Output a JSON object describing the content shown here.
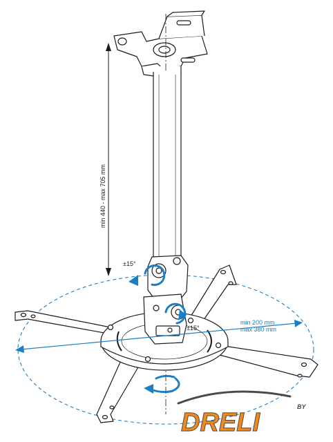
{
  "diagram": {
    "height_label": "min 440 - max 705 mm",
    "tilt_label_upper": "±15°",
    "tilt_label_lower": "±15°",
    "arm_span_min": "min 200 mm",
    "arm_span_max": "max 380 mm",
    "colors": {
      "line": "#1a1a1a",
      "accent": "#1a7fc4",
      "logo_orange": "#f08a1c",
      "logo_dark": "#4a4a4a"
    }
  },
  "logo": {
    "main": "DRELI",
    "small": "BY"
  }
}
